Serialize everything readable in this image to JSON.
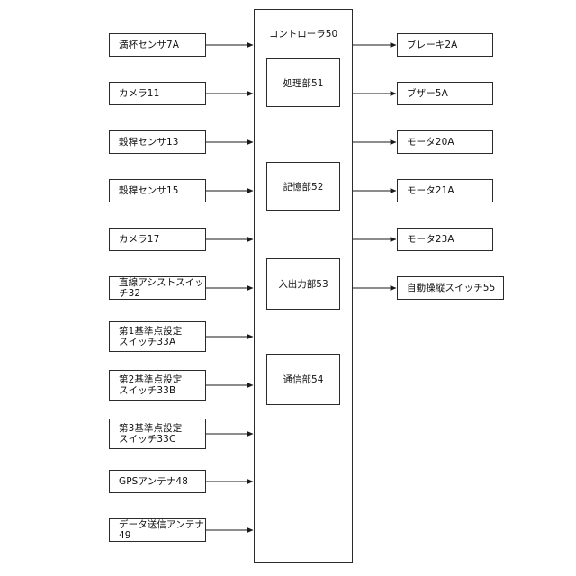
{
  "diagram": {
    "title": "コントローラ50",
    "controller": {
      "label": "コントローラ50",
      "units": [
        {
          "id": "proc",
          "label": "処理部51"
        },
        {
          "id": "mem",
          "label": "記憶部52"
        },
        {
          "id": "io",
          "label": "入出力部53"
        },
        {
          "id": "comm",
          "label": "通信部54"
        }
      ]
    },
    "inputs": [
      {
        "id": "in-7a",
        "label": "満杯センサ7A"
      },
      {
        "id": "in-11",
        "label": "カメラ11"
      },
      {
        "id": "in-13",
        "label": "穀稈センサ13"
      },
      {
        "id": "in-15",
        "label": "穀稈センサ15"
      },
      {
        "id": "in-17",
        "label": "カメラ17"
      },
      {
        "id": "in-32",
        "label": "直線アシストスイッチ32"
      },
      {
        "id": "in-33a",
        "label": "第1基準点設定\nスイッチ33A"
      },
      {
        "id": "in-33b",
        "label": "第2基準点設定\nスイッチ33B"
      },
      {
        "id": "in-33c",
        "label": "第3基準点設定\nスイッチ33C"
      },
      {
        "id": "in-48",
        "label": "GPSアンテナ48"
      },
      {
        "id": "in-49",
        "label": "データ送信アンテナ49"
      }
    ],
    "outputs": [
      {
        "id": "out-2a",
        "label": "ブレーキ2A"
      },
      {
        "id": "out-5a",
        "label": "ブザー5A"
      },
      {
        "id": "out-20a",
        "label": "モータ20A"
      },
      {
        "id": "out-21a",
        "label": "モータ21A"
      },
      {
        "id": "out-23a",
        "label": "モータ23A"
      },
      {
        "id": "out-55",
        "label": "自動操縦スイッチ55"
      }
    ],
    "colors": {
      "line": "#2b2b2b",
      "background": "#ffffff",
      "text": "#101010"
    }
  }
}
